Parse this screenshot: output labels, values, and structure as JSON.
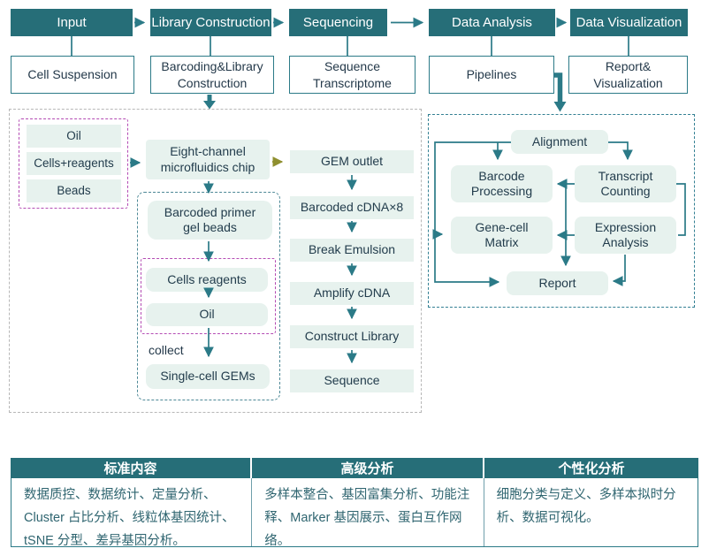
{
  "colors": {
    "teal_header": "#266e78",
    "teal_line": "#2b7a87",
    "mint_box": "#e7f2ee",
    "purple_dash": "#b44cb4",
    "gray_dash": "#b7b7b7",
    "teal_dash": "#338093",
    "olive_arrow": "#8f8f2f"
  },
  "pipeline": {
    "stages": [
      {
        "label": "Input",
        "sub": "Cell Suspension"
      },
      {
        "label": "Library Construction",
        "sub": "Barcoding&Library\nConstruction"
      },
      {
        "label": "Sequencing",
        "sub": "Sequence\nTranscriptome"
      },
      {
        "label": "Data Analysis",
        "sub": "Pipelines"
      },
      {
        "label": "Data Visualization",
        "sub": "Report&\nVisualization"
      }
    ]
  },
  "library_flow": {
    "inputs": [
      "Oil",
      "Cells+reagents",
      "Beads"
    ],
    "chip": "Eight-channel\nmicrofluidics chip",
    "gel_beads": "Barcoded primer\ngel beads",
    "droplet_layers": [
      "Cells reagents",
      "Oil"
    ],
    "collect_label": "collect",
    "gems": "Single-cell GEMs"
  },
  "sequencing_flow": {
    "steps": [
      "GEM outlet",
      "Barcoded cDNA×8",
      "Break Emulsion",
      "Amplify cDNA",
      "Construct Library",
      "Sequence"
    ]
  },
  "analysis_flow": {
    "alignment": "Alignment",
    "barcode_processing": "Barcode\nProcessing",
    "transcript_counting": "Transcript\nCounting",
    "gene_cell_matrix": "Gene-cell\nMatrix",
    "expression_analysis": "Expression\nAnalysis",
    "report": "Report"
  },
  "table": {
    "columns": [
      {
        "header": "标准内容",
        "body": "数据质控、数据统计、定量分析、Cluster 占比分析、线粒体基因统计、tSNE 分型、差异基因分析。"
      },
      {
        "header": "高级分析",
        "body": "多样本整合、基因富集分析、功能注释、Marker 基因展示、蛋白互作网络。"
      },
      {
        "header": "个性化分析",
        "body": "细胞分类与定义、多样本拟时分析、数据可视化。"
      }
    ]
  }
}
